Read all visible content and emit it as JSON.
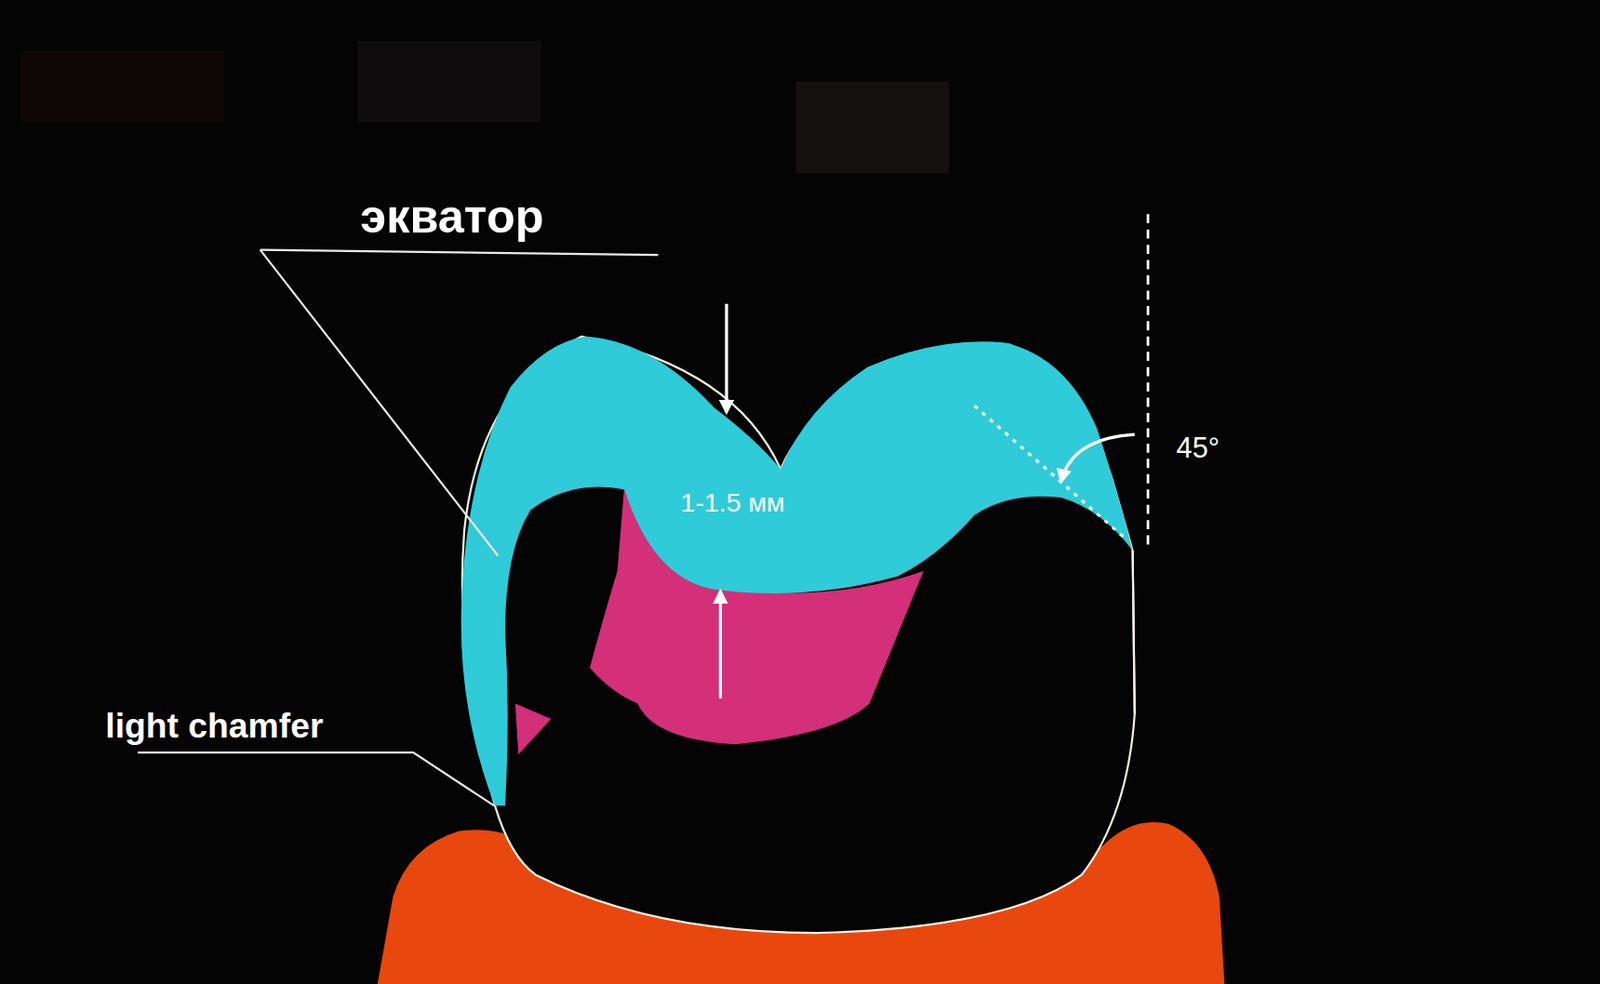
{
  "diagram": {
    "labels": [
      "экватор",
      "1-1.5 мм",
      "45°",
      "light chamfer"
    ]
  }
}
